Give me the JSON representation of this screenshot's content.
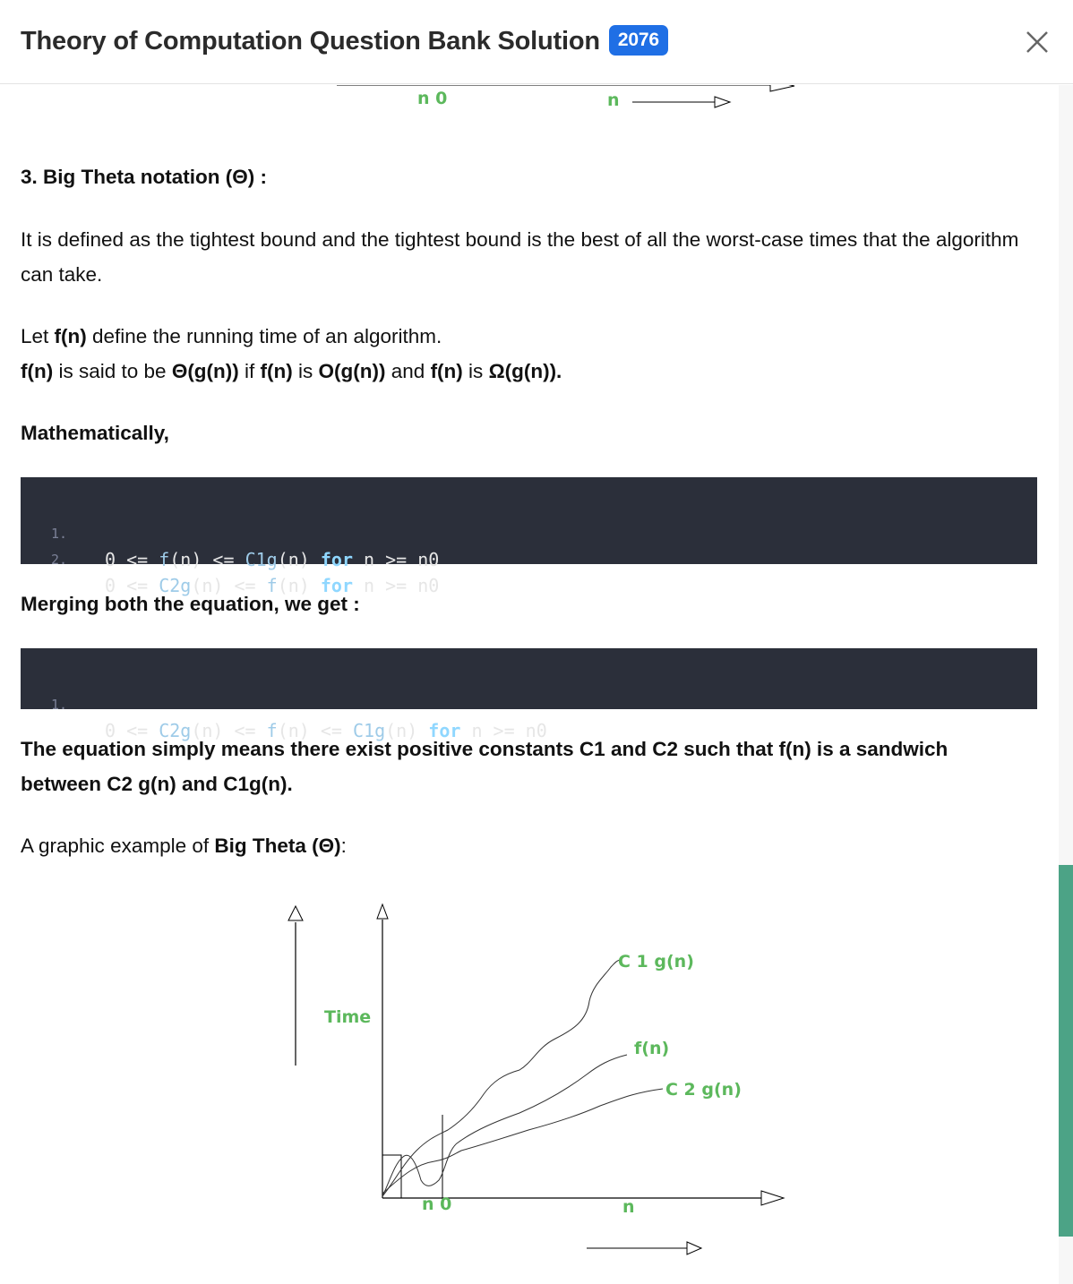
{
  "header": {
    "title": "Theory of Computation Question Bank Solution",
    "badge": "2076",
    "close_icon": "close-icon"
  },
  "top_figure": {
    "n0_label": "n 0",
    "n_label": "n"
  },
  "section": {
    "heading": "3. Big Theta notation (Θ) :"
  },
  "para1": "It is defined as the tightest bound and the tightest bound is the best of all the worst-case times that the algorithm can take.",
  "para2": {
    "line1_pre": "Let ",
    "line1_b": "f(n)",
    "line1_post": " define the running time of an algorithm.",
    "line2": {
      "p1": "f(n)",
      "p2": " is said to be ",
      "p3": "Θ(g(n))",
      "p4": " if ",
      "p5": "f(n)",
      "p6": " is ",
      "p7": "O(g(n))",
      "p8": " and ",
      "p9": "f(n)",
      "p10": " is ",
      "p11": "Ω(g(n))."
    }
  },
  "mathematically": "Mathematically,",
  "code1": {
    "lines": [
      {
        "num": "1.",
        "a": "0 <= ",
        "f1": "f",
        "b": "(n) <= ",
        "f2": "C1g",
        "c": "(n) ",
        "kw": "for",
        "d": " n >= n0"
      },
      {
        "num": "2.",
        "a": "0 <= ",
        "f1": "C2g",
        "b": "(n) <= ",
        "f2": "f",
        "c": "(n) ",
        "kw": "for",
        "d": " n >= n0"
      }
    ]
  },
  "merging": "Merging both the equation, we get :",
  "code2": {
    "num": "1.",
    "a": "0 <= ",
    "f1": "C2g",
    "b": "(n) <= ",
    "f2": "f",
    "c": "(n) <= ",
    "f3": "C1g",
    "d": "(n) ",
    "kw": "for",
    "e": " n >= n0"
  },
  "sandwich": "The equation simply means there exist positive constants C1 and C2 such that f(n) is a sandwich between C2 g(n) and C1g(n).",
  "graphic": {
    "pre": "A graphic example of ",
    "b": "Big Theta (Θ)",
    "post": ":"
  },
  "figure": {
    "time_label": "Time",
    "c1_label": "C 1 g(n)",
    "f_label": "f(n)",
    "c2_label": "C 2 g(n)",
    "n0_label": "n 0",
    "n_label": "n",
    "label_color": "#5cb85c"
  },
  "colors": {
    "accent": "#1f6fe5",
    "scroll_thumb": "#4ca386",
    "code_bg": "#2b2f3a"
  }
}
